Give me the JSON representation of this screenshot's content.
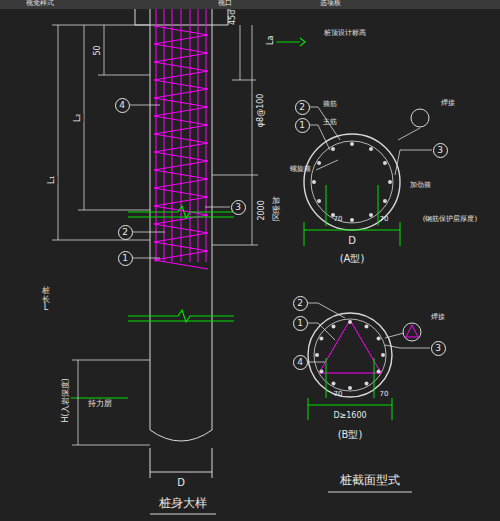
{
  "diagram": {
    "nodes": [
      {
        "text": [
          "4"
        ]
      },
      {
        "text": [
          "2"
        ]
      },
      {
        "text": [
          "1"
        ]
      },
      {
        "text": [
          "3"
        ]
      },
      {
        "text": [
          "2"
        ]
      },
      {
        "text": [
          "1"
        ]
      },
      {
        "text": [
          "3"
        ]
      },
      {
        "text": [
          "2"
        ]
      },
      {
        "text": [
          "1"
        ]
      },
      {
        "text": [
          "4"
        ]
      },
      {
        "text": [
          "3"
        ]
      }
    ],
    "labels": [
      "视觉样式",
      "视口",
      "选项板",
      "45d",
      "La",
      "桩顶设计标高",
      "50",
      "L₂",
      "L₁",
      "桩长L",
      "φ8@100",
      "2000",
      "加密区",
      "H(入岩深度)",
      "持力层",
      "D",
      "桩身大样",
      "箍筋",
      "主筋",
      "螺旋箍",
      "焊接",
      "加劲箍",
      "70",
      "70",
      "(钢筋保护层厚度)",
      "D",
      "(A型)",
      "焊接",
      "70",
      "70",
      "D≥1600",
      "(B型)",
      "桩截面型式"
    ]
  }
}
